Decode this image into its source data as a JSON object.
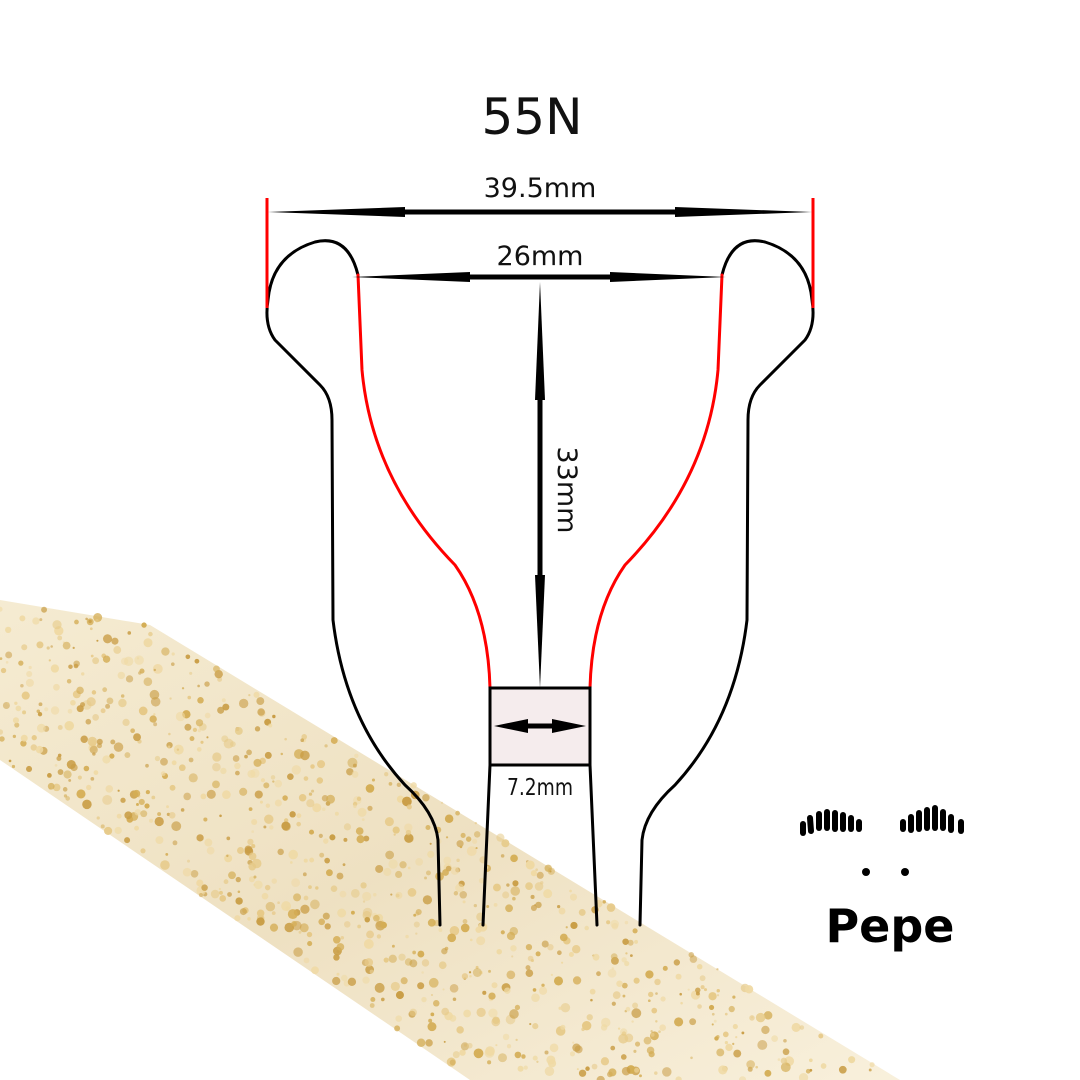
{
  "title": "55N",
  "dimensions": {
    "outer_width": "39.5mm",
    "inner_width": "26mm",
    "fork_depth": "33mm",
    "band_width": "7.2mm"
  },
  "colors": {
    "outline": "#000000",
    "inner_edge": "#ff0000",
    "band_fill": "#f5eced",
    "gold": "#d8b566"
  },
  "logo": {
    "text": "Pepe"
  }
}
